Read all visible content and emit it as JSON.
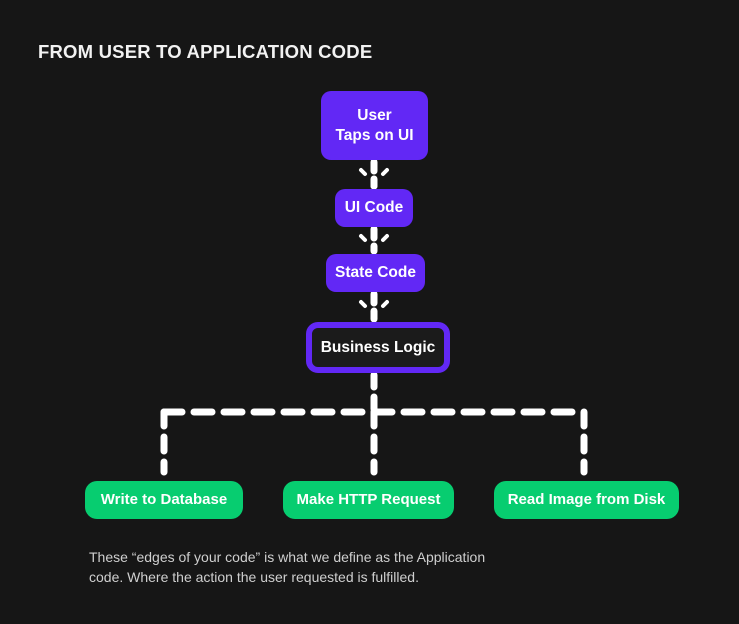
{
  "title": "FROM USER TO APPLICATION CODE",
  "colors": {
    "background": "#161616",
    "purple": "#6228f5",
    "green": "#07cd70",
    "title_text": "#f2f2f2",
    "caption_text": "#cfcfcf",
    "connector": "#ffffff",
    "outline_box_fill": "#1b1b1b"
  },
  "flow": {
    "nodes": [
      {
        "id": "user",
        "label": "User\nTaps on UI",
        "style": "purple"
      },
      {
        "id": "ui",
        "label": "UI Code",
        "style": "purple"
      },
      {
        "id": "state",
        "label": "State Code",
        "style": "purple"
      },
      {
        "id": "business",
        "label": "Business Logic",
        "style": "outline"
      },
      {
        "id": "write",
        "label": "Write to Database",
        "style": "green"
      },
      {
        "id": "http",
        "label": "Make HTTP Request",
        "style": "green"
      },
      {
        "id": "read",
        "label": "Read Image from Disk",
        "style": "green"
      }
    ],
    "node_labels": {
      "user_line1": "User",
      "user_line2": "Taps on UI",
      "ui": "UI Code",
      "state": "State Code",
      "business": "Business Logic",
      "write": "Write to Database",
      "http": "Make HTTP Request",
      "read": "Read Image from Disk"
    },
    "edges": [
      {
        "from": "user",
        "to": "ui",
        "style": "dashed-arrow"
      },
      {
        "from": "ui",
        "to": "state",
        "style": "dashed-arrow"
      },
      {
        "from": "state",
        "to": "business",
        "style": "dashed-arrow"
      },
      {
        "from": "business",
        "to": "write",
        "style": "dashed-branch"
      },
      {
        "from": "business",
        "to": "http",
        "style": "dashed-branch"
      },
      {
        "from": "business",
        "to": "read",
        "style": "dashed-branch"
      }
    ]
  },
  "caption": {
    "line1": "These “edges of your code” is what we define as the Application",
    "line2": "code. Where the action the user requested is fulfilled."
  }
}
